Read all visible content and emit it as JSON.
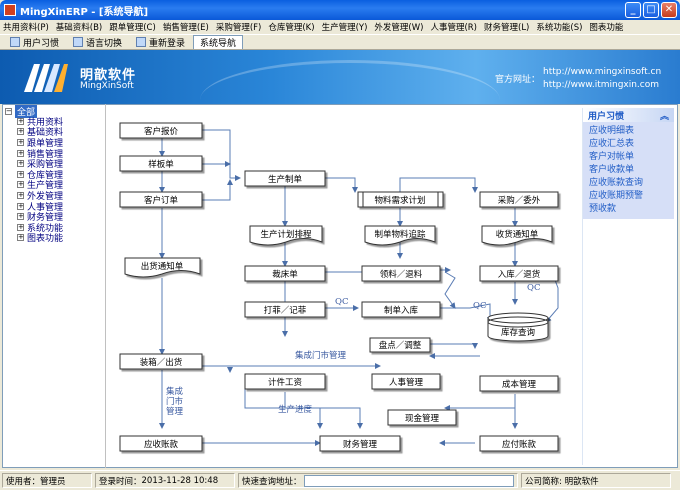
{
  "window": {
    "title": "MingXinERP - [系统导航]",
    "buttons": {
      "minimize": "_",
      "maximize": "□",
      "close": "✕"
    }
  },
  "menu": [
    "共用资料(P)",
    "基础资料(B)",
    "跟单管理(C)",
    "销售管理(E)",
    "采购管理(F)",
    "仓库管理(K)",
    "生产管理(Y)",
    "外发管理(W)",
    "人事管理(R)",
    "财务管理(L)",
    "系统功能(S)",
    "图表功能"
  ],
  "toolbar": {
    "tabs": [
      "用户习惯",
      "语言切换",
      "重新登录",
      "系统导航"
    ],
    "active": "系统导航"
  },
  "banner": {
    "brand_cn": "明歆软件",
    "brand_en": "MingXinSoft",
    "site_label": "官方网址：",
    "url1": "http://www.mingxinsoft.cn",
    "url2": "http://www.itmingxin.com",
    "colors": {
      "banner": "#2a86d8",
      "logo": "#1a4fa0"
    }
  },
  "tree": {
    "root": "全部",
    "items": [
      "共用资料",
      "基础资料",
      "跟单管理",
      "销售管理",
      "采购管理",
      "仓库管理",
      "生产管理",
      "外发管理",
      "人事管理",
      "财务管理",
      "系统功能",
      "图表功能"
    ]
  },
  "side_panel": {
    "header": "用户习惯",
    "collapse_icon": "double-chevron-up-icon",
    "items": [
      "应收明细表",
      "应收汇总表",
      "客户对帐单",
      "客户收款单",
      "应收账款查询",
      "应收账期预警",
      "预收款"
    ]
  },
  "diagram": {
    "nodes": {
      "customer_quote": "客户报价",
      "sample": "样板单",
      "customer_order": "客户订单",
      "production_order": "生产制单",
      "mrp": "物料需求计划",
      "purchase": "采购／委外",
      "plan": "生产计划排程",
      "material_track": "制单物料追踪",
      "receipt_notice": "收货通知单",
      "ship_notice": "出货通知单",
      "cutting": "裁床单",
      "pick_return": "领料／退料",
      "in_out": "入库／退货",
      "bundle": "打菲／记菲",
      "prod_in": "制单入库",
      "stock_query": "库存查询",
      "inventory": "盘点／调整",
      "packing": "装箱／出货",
      "piece_wage": "计件工资",
      "hr": "人事管理",
      "cost": "成本管理",
      "cash": "现金管理",
      "receivable": "应收账款",
      "finance": "财务管理",
      "payable": "应付账款"
    },
    "labels": {
      "qc1": "QC",
      "qc2": "QC",
      "qc3": "QC",
      "store_mgmt_h": "集成门市管理",
      "store_mgmt_v1": "集成",
      "store_mgmt_v2": "门市",
      "store_mgmt_v3": "管理",
      "progress": "生产进度"
    }
  },
  "status": {
    "user_label": "使用者：",
    "user": "管理员",
    "login_label": "登录时间：",
    "login_time": "2013-11-28 10:48",
    "search_label": "快速查询地址：",
    "company_label": "公司简称:",
    "company": "明歆软件"
  }
}
